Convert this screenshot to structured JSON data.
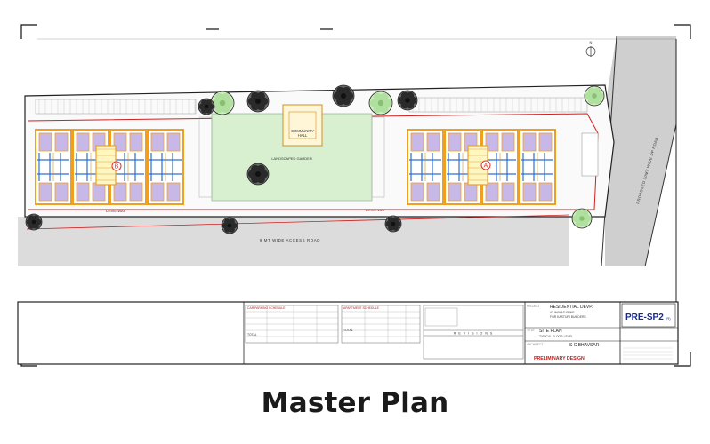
{
  "caption": "Master Plan",
  "labels": {
    "community_hall": "COMMUNITY\nHALL",
    "landscaped_garden": "LANDSCAPED GARDEN",
    "driveway_left": "DRIVE-WAY",
    "driveway_right": "DRIVE-WAY",
    "access_road": "9 MT WIDE ACCESS ROAD",
    "proposed_road": "PROPOSED 30MT WIDE DP ROAD",
    "block_a": "A",
    "block_b": "B",
    "north": "N"
  },
  "title_block": {
    "project_label": "PROJECT",
    "project_name": "RESIDENTIAL DEVP.",
    "project_sub1": "AT WAKAD PUNE",
    "project_sub2": "FOR KASTURI BUILDERS",
    "title_label": "TITLE",
    "title_name": "SITE PLAN",
    "title_sub": "TYPICAL FLOOR LEVEL",
    "architect_label": "ARCHITECT",
    "architect_name": "S C BHAVSAR",
    "drawing_no": "PRE-SP2",
    "drawing_rev": "(R)",
    "stamp": "PRELIMINARY DESIGN",
    "revisions": "R E V I S I O N S",
    "area_schedule_1": "CAR PARKING SCHEDULE",
    "area_schedule_2": "APARTMENT SCHEDULE",
    "total_1": "TOTAL",
    "total_2": "TOTAL"
  },
  "colors": {
    "wall": "#f0a020",
    "structure": "#2f6fd0",
    "lilac": "#c8b8e8",
    "garden": "#d8f0d0",
    "road": "#dcdcdc",
    "plot_line": "#d02020",
    "accent_red": "#e03030",
    "title_red": "#c01818",
    "title_blue": "#1a2a8a"
  }
}
